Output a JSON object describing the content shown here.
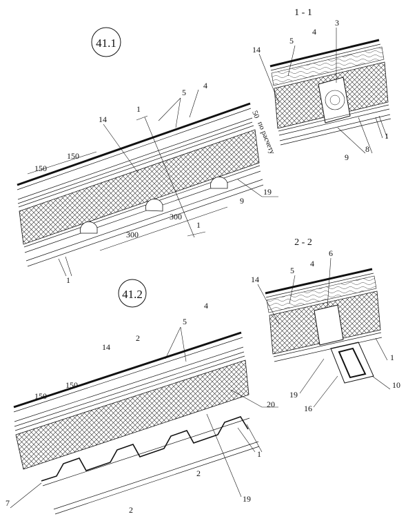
{
  "details": {
    "d41_1": {
      "id": "41.1"
    },
    "d41_2": {
      "id": "41.2"
    }
  },
  "sections": {
    "s1": {
      "title": "1 - 1"
    },
    "s2": {
      "title": "2 - 2"
    }
  },
  "labels": {
    "n1": "1",
    "n2": "2",
    "n3": "3",
    "n4": "4",
    "n5": "5",
    "n6": "6",
    "n7": "7",
    "n8": "8",
    "n9": "9",
    "n10": "10",
    "n14": "14",
    "n16": "16",
    "n19": "19",
    "n20": "20"
  },
  "dimensions": {
    "d150": "150",
    "d300": "300",
    "d50": "50",
    "calc": "по расчету"
  }
}
